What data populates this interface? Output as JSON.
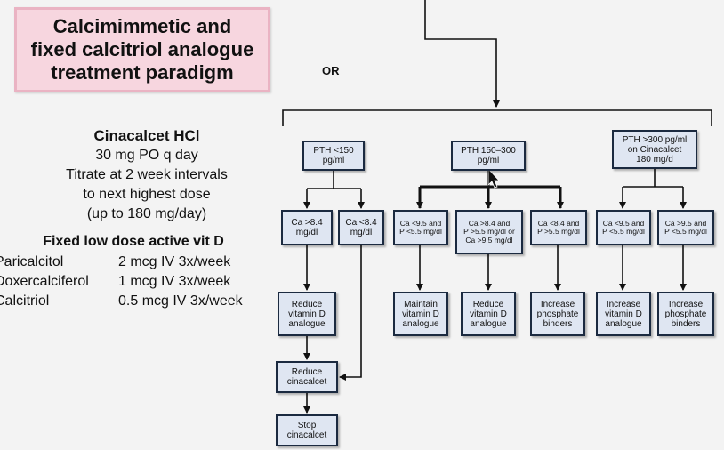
{
  "title": {
    "lines": [
      "Calcimimmetic and",
      "fixed calcitriol analogue",
      "treatment paradigm"
    ]
  },
  "or_label": "OR",
  "cinacalcet": {
    "title": "Cinacalcet HCl",
    "lines": [
      "30 mg PO q day",
      "Titrate at 2 week intervals",
      "to next highest dose",
      "(up to 180 mg/day)"
    ]
  },
  "vitamin_d": {
    "title": "Fixed low dose active vit D",
    "rows": [
      {
        "name": "Paricalcitol",
        "dose": "2 mcg IV 3x/week"
      },
      {
        "name": "Doxercalciferol",
        "dose": "1 mcg IV 3x/week"
      },
      {
        "name": "Calcitriol",
        "dose": "0.5 mcg IV 3x/week"
      }
    ]
  },
  "flowchart": {
    "branch_low": {
      "header": [
        "PTH <150",
        "pg/ml"
      ],
      "ca_high": [
        "Ca >8.4",
        "mg/dl"
      ],
      "ca_low": [
        "Ca <8.4",
        "mg/dl"
      ],
      "reduce_vitd": [
        "Reduce",
        "vitamin D",
        "analogue"
      ],
      "reduce_cinacalcet": [
        "Reduce",
        "cinacalcet"
      ],
      "stop_cinacalcet": [
        "Stop",
        "cinacalcet"
      ]
    },
    "branch_mid": {
      "header": [
        "PTH 150–300",
        "pg/ml"
      ],
      "cond1": [
        "Ca <9.5 and",
        "P <5.5 mg/dl"
      ],
      "cond2": [
        "Ca >8.4 and",
        "P >5.5 mg/dl or",
        "Ca >9.5 mg/dl"
      ],
      "cond3": [
        "Ca <8.4 and",
        "P >5.5 mg/dl"
      ],
      "action1": [
        "Maintain",
        "vitamin D",
        "analogue"
      ],
      "action2": [
        "Reduce",
        "vitamin D",
        "analogue"
      ],
      "action3": [
        "Increase",
        "phosphate",
        "binders"
      ]
    },
    "branch_high": {
      "header": [
        "PTH >300 pg/ml",
        "on Cinacalcet",
        "180 mg/d"
      ],
      "cond1": [
        "Ca <9.5 and",
        "P <5.5 mg/dl"
      ],
      "cond2": [
        "Ca >9.5 and",
        "P <5.5 mg/dl"
      ],
      "action1": [
        "Increase",
        "vitamin D",
        "analogue"
      ],
      "action2": [
        "Increase",
        "phosphate",
        "binders"
      ]
    }
  }
}
